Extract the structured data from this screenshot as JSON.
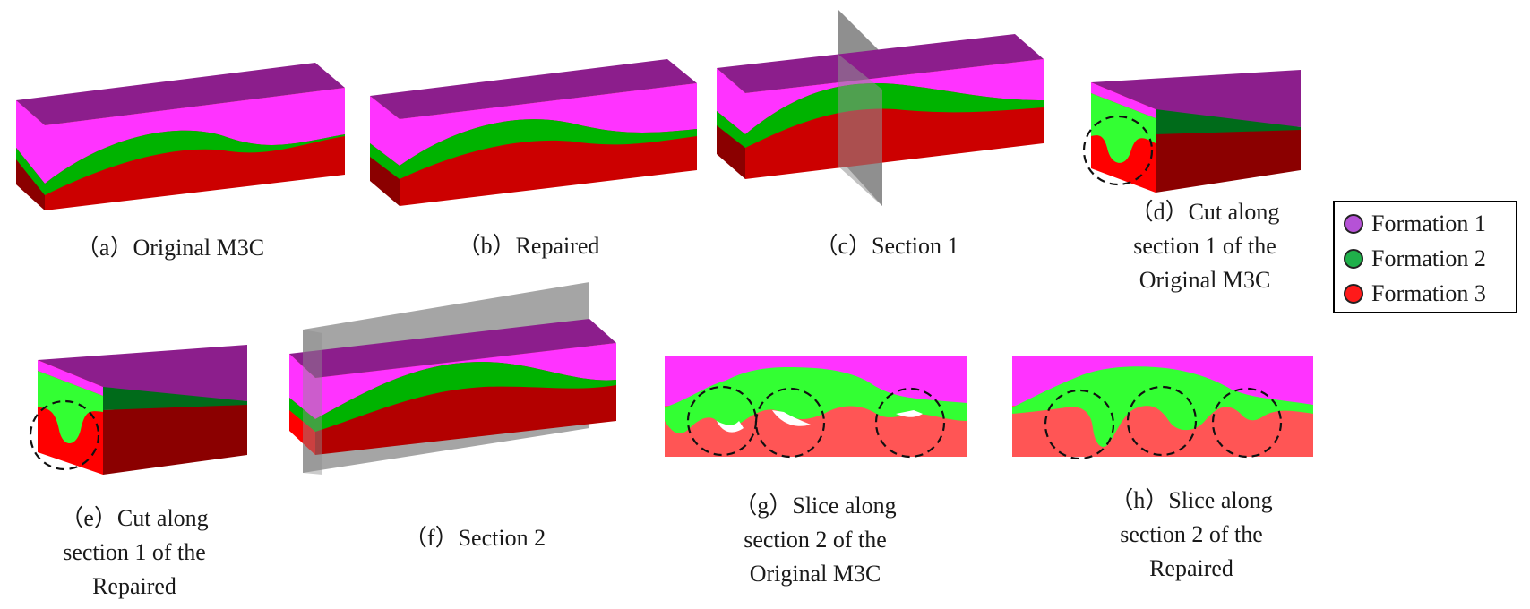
{
  "colors": {
    "formation_1": "#ff33ff",
    "formation_1_top": "#8c1e8c",
    "formation_2": "#00b300",
    "formation_2_slice": "#33ff33",
    "formation_3": "#ff0000",
    "formation_3_dark": "#8b0000",
    "formation_3_slice": "#ff5555",
    "section_plane": "#8f8f8f",
    "marker": "#111111"
  },
  "panels": [
    {
      "id": "a",
      "caption": "（a）Original M3C"
    },
    {
      "id": "b",
      "caption": "（b）Repaired"
    },
    {
      "id": "c",
      "caption": "（c）Section 1"
    },
    {
      "id": "d",
      "caption": "（d）Cut along\nsection 1 of the\nOriginal M3C"
    },
    {
      "id": "e",
      "caption": "（e）Cut along\nsection 1 of the\nRepaired"
    },
    {
      "id": "f",
      "caption": "（f）Section 2"
    },
    {
      "id": "g",
      "caption": "（g）Slice along\nsection 2 of the\nOriginal M3C"
    },
    {
      "id": "h",
      "caption": "（h）Slice along\nsection 2 of the\nRepaired"
    }
  ],
  "legend": {
    "items": [
      {
        "label": "Formation 1",
        "color": "#b552d6"
      },
      {
        "label": "Formation 2",
        "color": "#1fb04a"
      },
      {
        "label": "Formation 3",
        "color": "#ff1a1a"
      }
    ]
  }
}
